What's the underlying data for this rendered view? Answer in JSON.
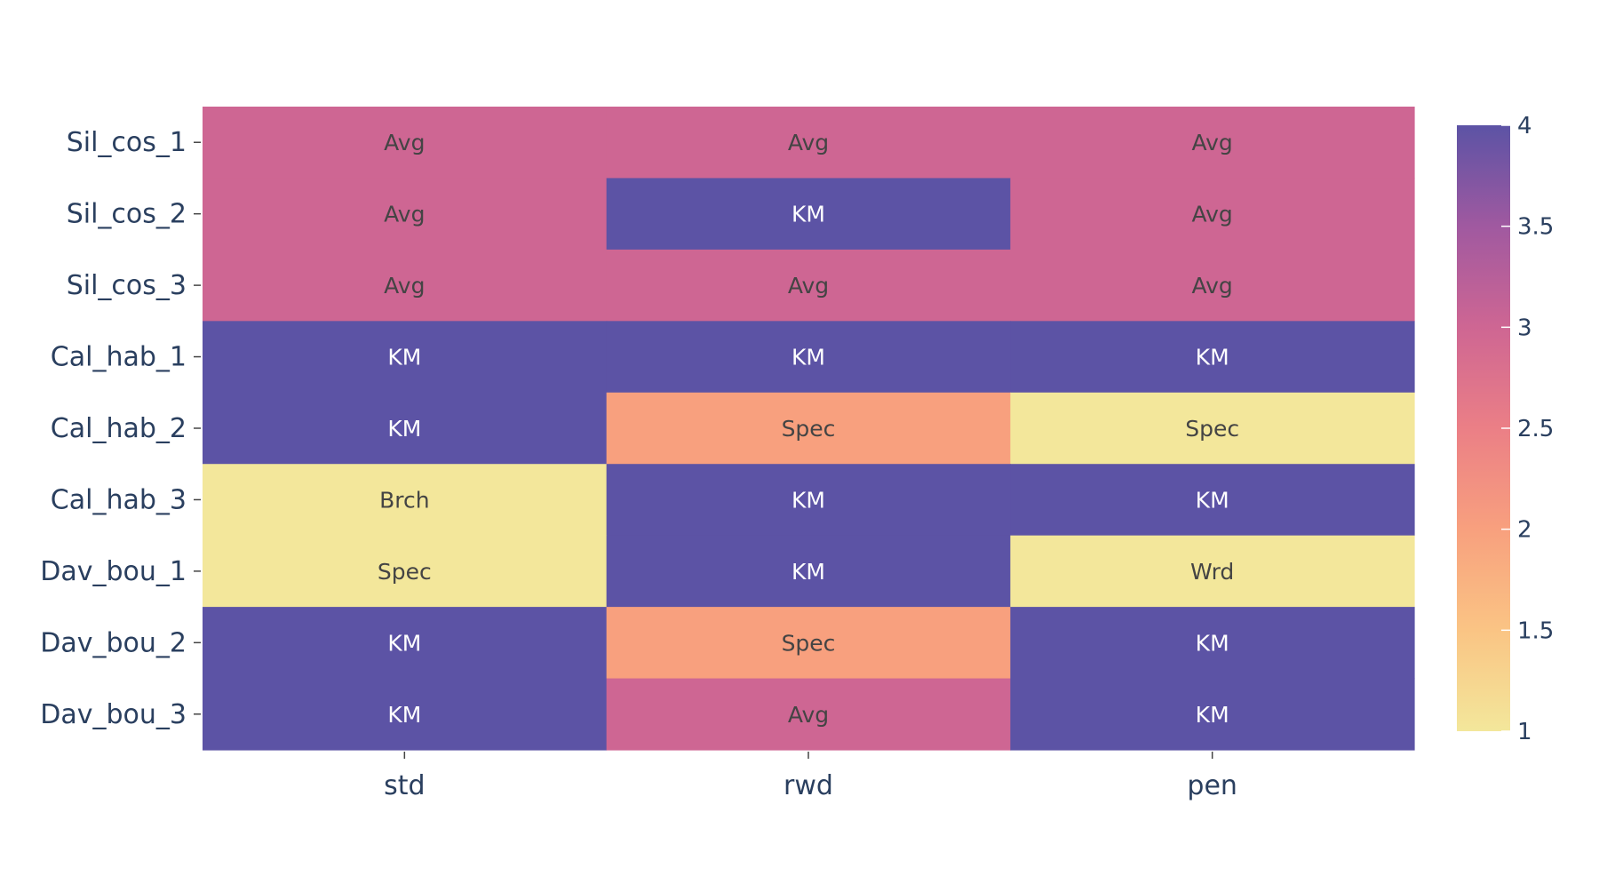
{
  "chart_data": {
    "type": "heatmap",
    "title": "",
    "xlabel": "",
    "ylabel": "",
    "x_categories": [
      "std",
      "rwd",
      "pen"
    ],
    "y_categories": [
      "Sil_cos_1",
      "Sil_cos_2",
      "Sil_cos_3",
      "Cal_hab_1",
      "Cal_hab_2",
      "Cal_hab_3",
      "Dav_bou_1",
      "Dav_bou_2",
      "Dav_bou_3"
    ],
    "z": [
      [
        3,
        3,
        3
      ],
      [
        3,
        4,
        3
      ],
      [
        3,
        3,
        3
      ],
      [
        4,
        4,
        4
      ],
      [
        4,
        2,
        1
      ],
      [
        1,
        4,
        4
      ],
      [
        1,
        4,
        1
      ],
      [
        4,
        2,
        4
      ],
      [
        4,
        3,
        4
      ]
    ],
    "text": [
      [
        "Avg",
        "Avg",
        "Avg"
      ],
      [
        "Avg",
        "KM",
        "Avg"
      ],
      [
        "Avg",
        "Avg",
        "Avg"
      ],
      [
        "KM",
        "KM",
        "KM"
      ],
      [
        "KM",
        "Spec",
        "Spec"
      ],
      [
        "Brch",
        "KM",
        "KM"
      ],
      [
        "Spec",
        "KM",
        "Wrd"
      ],
      [
        "KM",
        "Spec",
        "KM"
      ],
      [
        "KM",
        "Avg",
        "KM"
      ]
    ],
    "zmin": 1,
    "zmax": 4,
    "colorscale": "sunsetdark-reversed (pale yellow at 1 to purple at 4)",
    "colorscale_stops": [
      [
        "#f3e79b",
        0.0
      ],
      [
        "#fac484",
        0.167
      ],
      [
        "#f8a07e",
        0.333
      ],
      [
        "#eb7f86",
        0.5
      ],
      [
        "#ce6693",
        0.667
      ],
      [
        "#a059a0",
        0.833
      ],
      [
        "#5c53a5",
        1.0
      ]
    ],
    "colorbar_ticks": [
      "1",
      "1.5",
      "2",
      "2.5",
      "3",
      "3.5",
      "4"
    ],
    "colorbar_tick_values": [
      1,
      1.5,
      2,
      2.5,
      3,
      3.5,
      4
    ],
    "label_color_light": "#ffffff",
    "label_color_dark": "#444444",
    "axis_text_color": "#2a3f5f"
  }
}
